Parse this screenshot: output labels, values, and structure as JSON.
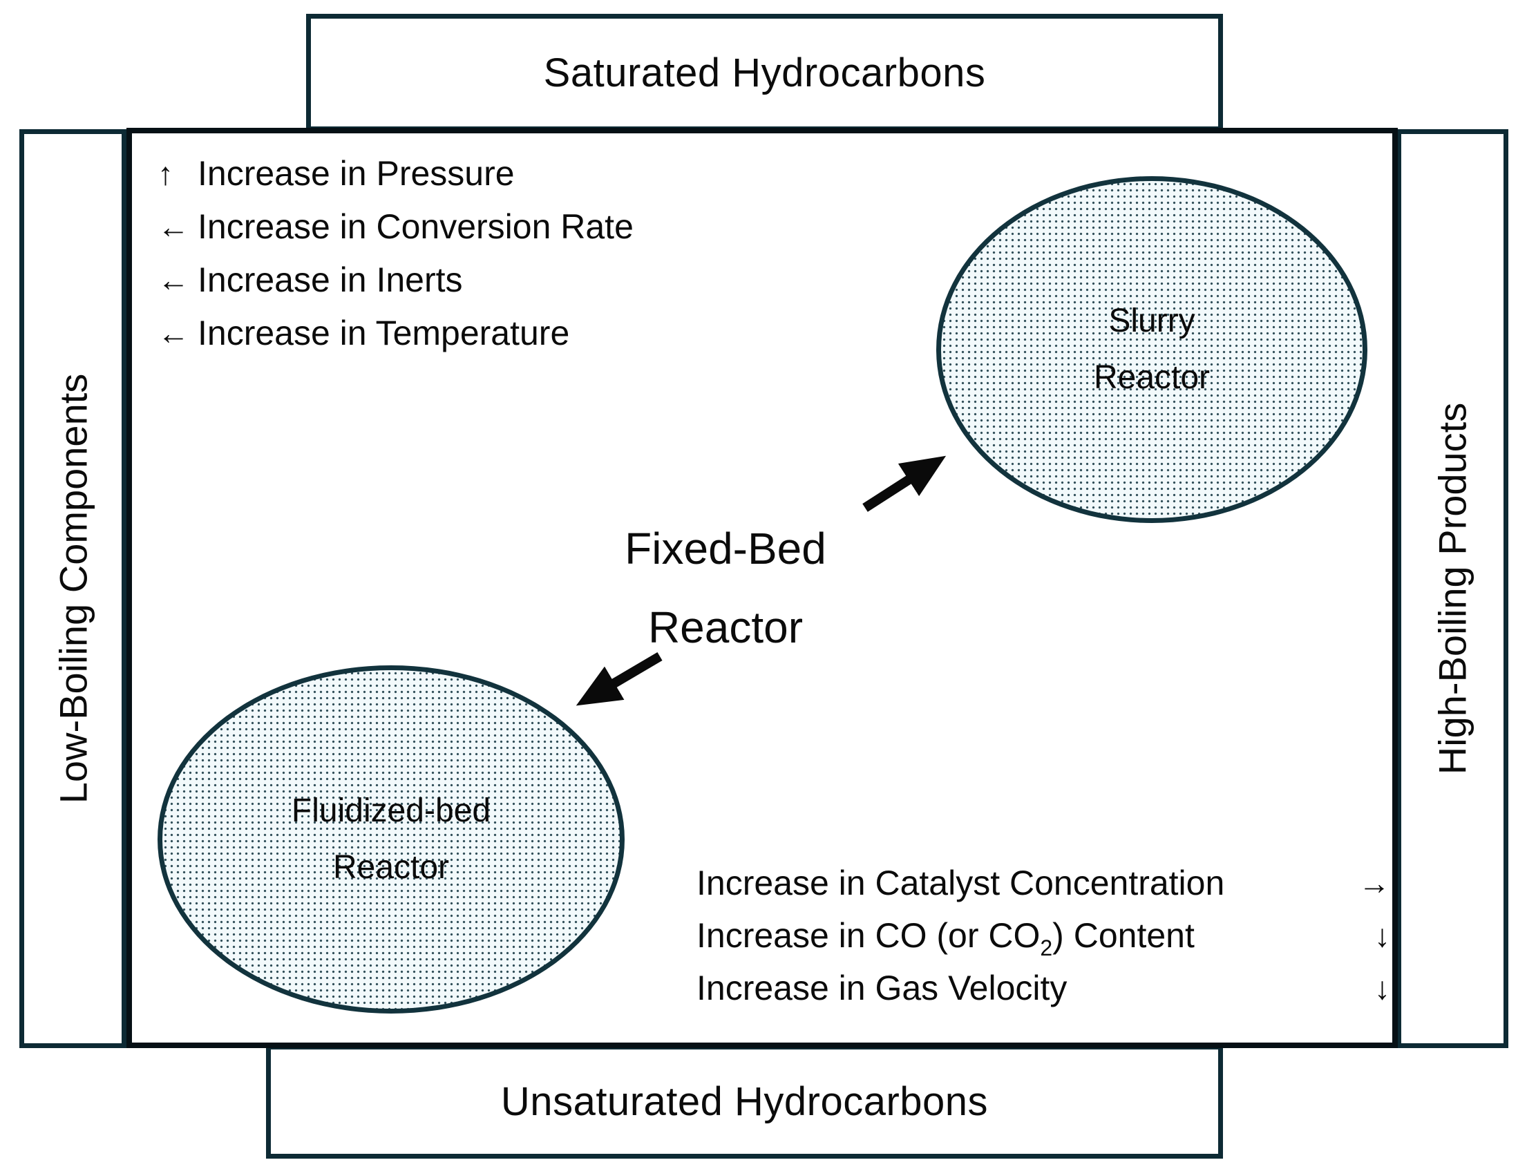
{
  "frame": {
    "top_label": "Saturated Hydrocarbons",
    "bottom_label": "Unsaturated Hydrocarbons",
    "left_label": "Low-Boiling Components",
    "right_label": "High-Boiling Products"
  },
  "reactors": {
    "slurry": {
      "line1": "Slurry",
      "line2": "Reactor"
    },
    "fixed_bed": {
      "line1": "Fixed-Bed",
      "line2": "Reactor"
    },
    "fluidized": {
      "line1": "Fluidized-bed",
      "line2": "Reactor"
    }
  },
  "notes_top_left": [
    {
      "arrow": "↑",
      "text": "Increase in Pressure"
    },
    {
      "arrow": "←",
      "text": "Increase in Conversion Rate"
    },
    {
      "arrow": "←",
      "text": "Increase in Inerts"
    },
    {
      "arrow": "←",
      "text": "Increase in Temperature"
    }
  ],
  "notes_bottom_right": [
    {
      "text_pre": "Increase in Catalyst Concentration",
      "sub": "",
      "text_post": "",
      "arrow": "→"
    },
    {
      "text_pre": "Increase in CO (or CO",
      "sub": "2",
      "text_post": ") Content",
      "arrow": "↓"
    },
    {
      "text_pre": "Increase in Gas Velocity",
      "sub": "",
      "text_post": "",
      "arrow": "↓"
    }
  ],
  "colors": {
    "outer_box_border": "#0d2a34",
    "main_box_border": "#061015",
    "ellipse_border": "#12333d",
    "ellipse_fill": "#f2f9fb",
    "ellipse_dot": "#2e4d57",
    "arrow": "#0a0a0a",
    "text": "#0b0b0b",
    "background": "#ffffff"
  }
}
